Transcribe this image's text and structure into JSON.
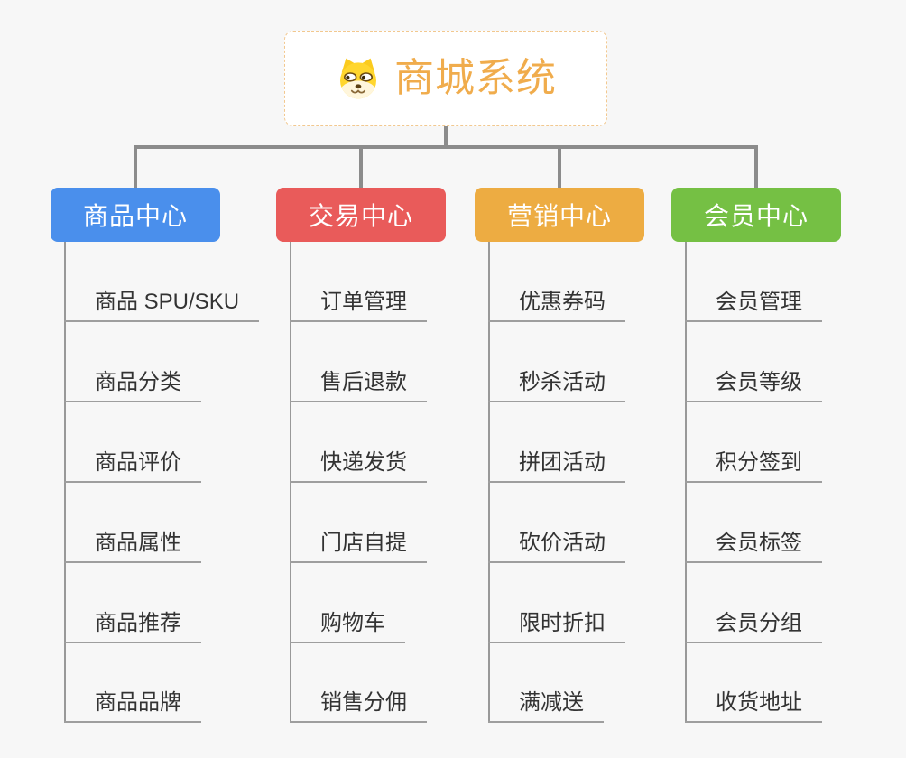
{
  "root": {
    "title": "商城系统",
    "icon": "dog-face-icon",
    "accent_color": "#F0AC4C"
  },
  "branches": [
    {
      "label": "商品中心",
      "color": "#4A8FEC",
      "items": [
        "商品 SPU/SKU",
        "商品分类",
        "商品评价",
        "商品属性",
        "商品推荐",
        "商品品牌"
      ]
    },
    {
      "label": "交易中心",
      "color": "#E95B5A",
      "items": [
        "订单管理",
        "售后退款",
        "快递发货",
        "门店自提",
        "购物车",
        "销售分佣"
      ]
    },
    {
      "label": "营销中心",
      "color": "#EDAC42",
      "items": [
        "优惠券码",
        "秒杀活动",
        "拼团活动",
        "砍价活动",
        "限时折扣",
        "满减送"
      ]
    },
    {
      "label": "会员中心",
      "color": "#75C044",
      "items": [
        "会员管理",
        "会员等级",
        "积分签到",
        "会员标签",
        "会员分组",
        "收货地址"
      ]
    }
  ],
  "colors": {
    "background": "#F7F7F7",
    "connector": "#8C8C8C",
    "leaf_line": "#9E9E9E",
    "leaf_text": "#333333",
    "root_border": "#F2C88F"
  }
}
